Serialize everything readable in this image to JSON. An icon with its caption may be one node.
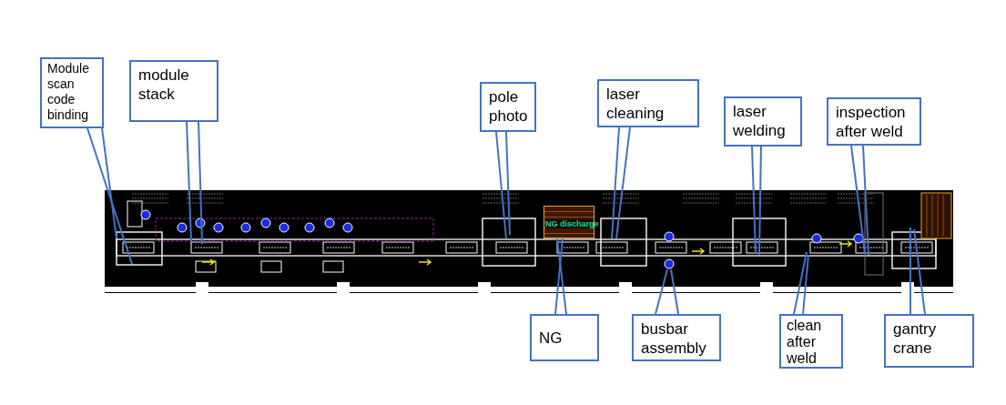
{
  "diagram": {
    "nodes": [
      {
        "text": [
          "Module scan code binding"
        ]
      },
      {
        "text": [
          "module stack"
        ]
      },
      {
        "text": [
          "pole photo"
        ]
      },
      {
        "text": [
          "laser cleaning"
        ]
      },
      {
        "text": [
          "laser welding"
        ]
      },
      {
        "text": [
          "inspection after weld"
        ]
      },
      {
        "text": [
          "NG"
        ]
      },
      {
        "text": [
          "busbar assembly"
        ]
      },
      {
        "text": [
          "clean after weld"
        ]
      },
      {
        "text": [
          "gantry crane"
        ]
      },
      {
        "text": [
          "NG discharge"
        ]
      }
    ],
    "edges": [
      {
        "from": 0,
        "to": null,
        "arrow": "none"
      },
      {
        "from": 0,
        "to": null,
        "arrow": "none"
      },
      {
        "from": 1,
        "to": null,
        "arrow": "none"
      },
      {
        "from": 1,
        "to": null,
        "arrow": "none"
      },
      {
        "from": 2,
        "to": null,
        "arrow": "none"
      },
      {
        "from": 2,
        "to": null,
        "arrow": "none"
      },
      {
        "from": 3,
        "to": null,
        "arrow": "none"
      },
      {
        "from": 3,
        "to": null,
        "arrow": "none"
      },
      {
        "from": 4,
        "to": null,
        "arrow": "none"
      },
      {
        "from": 4,
        "to": null,
        "arrow": "none"
      },
      {
        "from": 5,
        "to": null,
        "arrow": "none"
      },
      {
        "from": 5,
        "to": null,
        "arrow": "none"
      },
      {
        "from": 6,
        "to": 10,
        "arrow": "none"
      },
      {
        "from": 6,
        "to": 10,
        "arrow": "none"
      },
      {
        "from": 7,
        "to": null,
        "arrow": "none"
      },
      {
        "from": 7,
        "to": null,
        "arrow": "none"
      },
      {
        "from": 8,
        "to": null,
        "arrow": "none"
      },
      {
        "from": 8,
        "to": null,
        "arrow": "none"
      },
      {
        "from": 9,
        "to": null,
        "arrow": "none"
      },
      {
        "from": 9,
        "to": null,
        "arrow": "none"
      }
    ]
  }
}
